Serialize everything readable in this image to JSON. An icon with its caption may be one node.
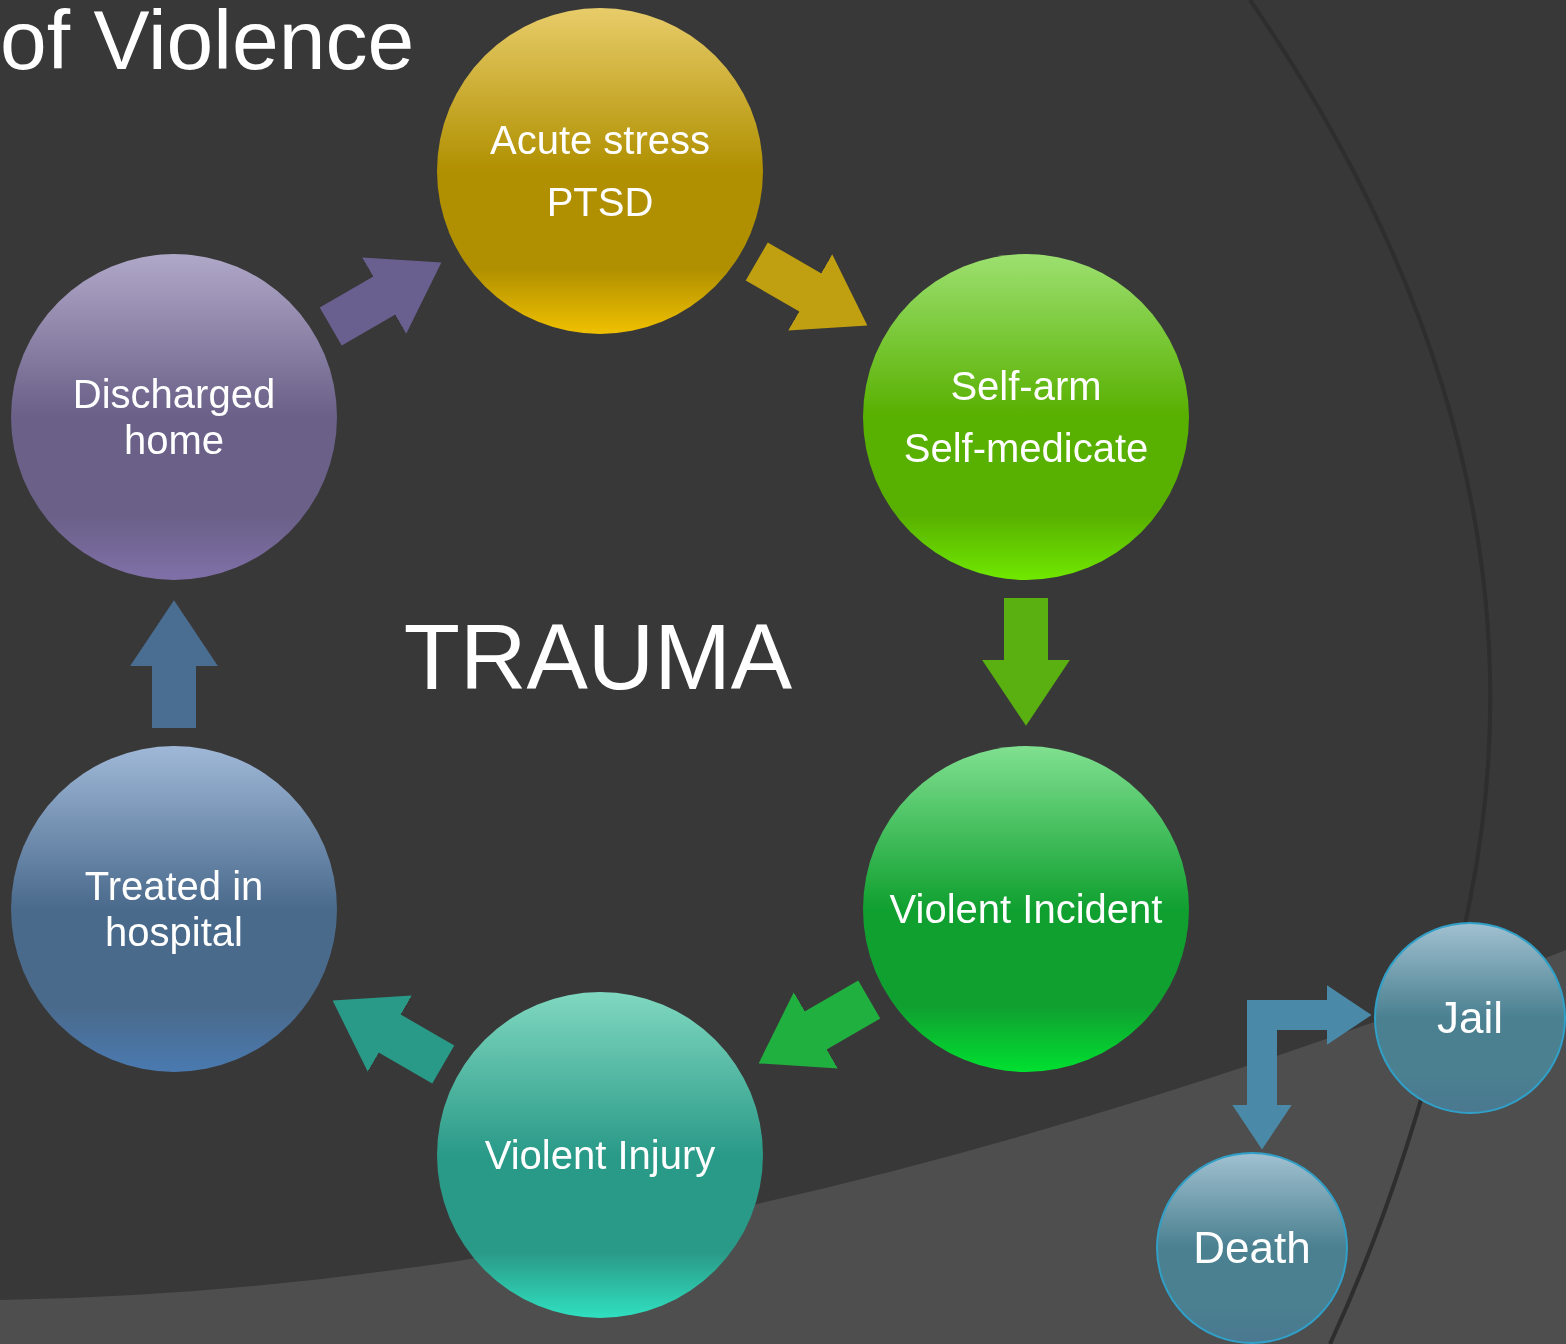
{
  "diagram": {
    "title": "of Violence",
    "nodes": [
      {
        "text": [
          "Acute stress",
          "PTSD"
        ]
      },
      {
        "text": [
          "Self-arm",
          "Self-medicate"
        ]
      },
      {
        "text": [
          "Violent Incident"
        ]
      },
      {
        "text": [
          "Violent Injury"
        ]
      },
      {
        "text": [
          "Treated in hospital"
        ]
      },
      {
        "text": [
          "Discharged home"
        ]
      },
      {
        "text": [
          "Jail"
        ]
      },
      {
        "text": [
          "Death"
        ]
      }
    ],
    "edges": [
      {
        "from": 0,
        "to": 1,
        "arrow": "to",
        "color": "#c0a010"
      },
      {
        "from": 1,
        "to": 2,
        "arrow": "to",
        "color": "#5ab010"
      },
      {
        "from": 2,
        "to": 3,
        "arrow": "to",
        "color": "#20b040"
      },
      {
        "from": 3,
        "to": 4,
        "arrow": "to",
        "color": "#2a9a88"
      },
      {
        "from": 4,
        "to": 5,
        "arrow": "to",
        "color": "#4a6e92"
      },
      {
        "from": 5,
        "to": 0,
        "arrow": "to",
        "color": "#6a6090"
      },
      {
        "from": null,
        "to": 6,
        "arrow": "to",
        "color": "#4a8aa8"
      },
      {
        "from": null,
        "to": 7,
        "arrow": "to",
        "color": "#4a8aa8"
      }
    ],
    "labels": [
      "TRAUMA"
    ]
  }
}
